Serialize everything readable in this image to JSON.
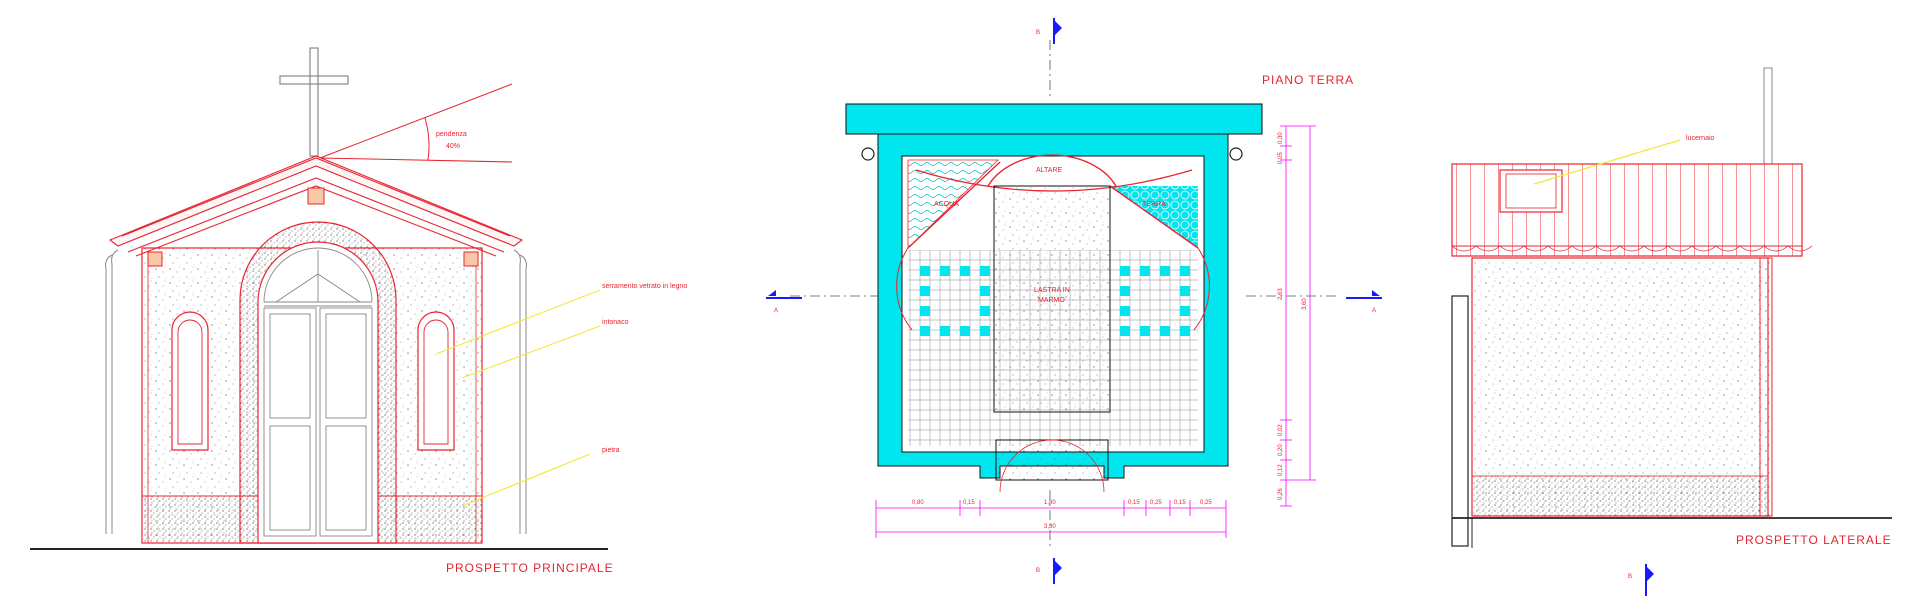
{
  "front_elevation": {
    "title": "PROSPETTO   PRINCIPALE",
    "slope_label": "pendenza",
    "slope_value": "40%",
    "note_wood": "serramento  vetrato  in  legno",
    "note_plaster": "intonaco",
    "note_stone": "pietra"
  },
  "plan": {
    "title": "PIANO   TERRA",
    "altar": "ALTARE",
    "water": "ACQUA",
    "earth": "TERRA",
    "marble": [
      "LASTRA IN",
      "MARMO"
    ],
    "section_b": "B",
    "section_a": "A",
    "dims_bottom": [
      "0,80",
      "0,15",
      "1,80",
      "0,15",
      "0,25",
      "0,15",
      "0,25"
    ],
    "dim_total": "3,30",
    "dims_right": [
      "0,30",
      "0,05",
      "2,63",
      "0,02",
      "0,20",
      "0,12",
      "0,26"
    ],
    "dim_right_total": "3,60"
  },
  "side_elevation": {
    "title": "PROSPETTO   LATERALE",
    "note_skylight": "lucernaio",
    "section_b": "B"
  },
  "colors": {
    "line": "#e8242f",
    "cyan": "#00e6ee",
    "blue": "#1a1aff",
    "magenta": "#ff00ff",
    "note_line": "#f5e83a"
  }
}
